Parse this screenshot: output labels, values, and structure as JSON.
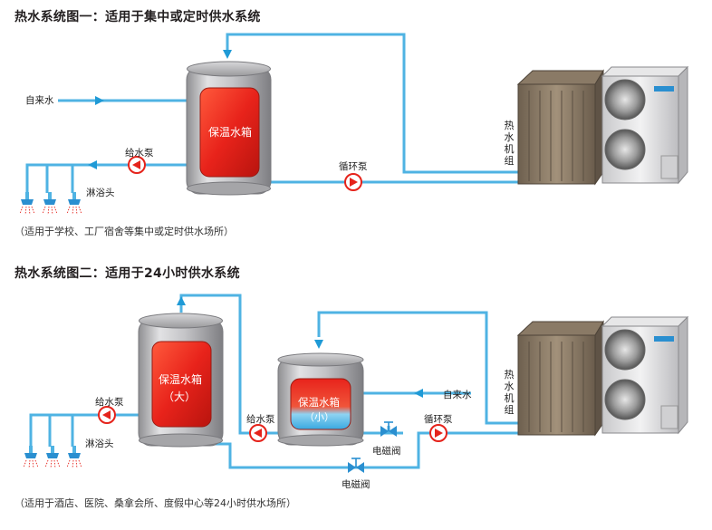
{
  "diagram1": {
    "title": "热水系统图一：适用于集中或定时供水系统",
    "note": "（适用于学校、工厂宿舍等集中或定时供水场所）",
    "tap_water": "自来水",
    "supply_pump": "给水泵",
    "shower_head": "淋浴头",
    "circulation_pump": "循环泵",
    "tank_label": "保温水箱",
    "heat_pump_unit": "热水机组"
  },
  "diagram2": {
    "title": "热水系统图二：适用于24小时供水系统",
    "note": "（适用于酒店、医院、桑拿会所、度假中心等24小时供水场所）",
    "supply_pump_left": "给水泵",
    "shower_head": "淋浴头",
    "big_tank_label": "保温水箱",
    "big_tank_sub": "（大）",
    "supply_pump_mid": "给水泵",
    "small_tank_label": "保温水箱",
    "small_tank_sub": "（小）",
    "tap_water": "自来水",
    "solenoid_valve_top": "电磁阀",
    "solenoid_valve_bottom": "电磁阀",
    "circulation_pump": "循环泵",
    "heat_pump_unit": "热水机组"
  },
  "colors": {
    "pipe": "#4fb3e3",
    "pipe_arrow": "#1f9ad6",
    "tank_red": "#e8231b",
    "tank_shell": "#b9b9bb",
    "pump_red": "#e5231b",
    "valve_blue": "#2a8fd0",
    "unit_bronze": "#8a7a66",
    "unit_silver": "#dcdcdc"
  }
}
